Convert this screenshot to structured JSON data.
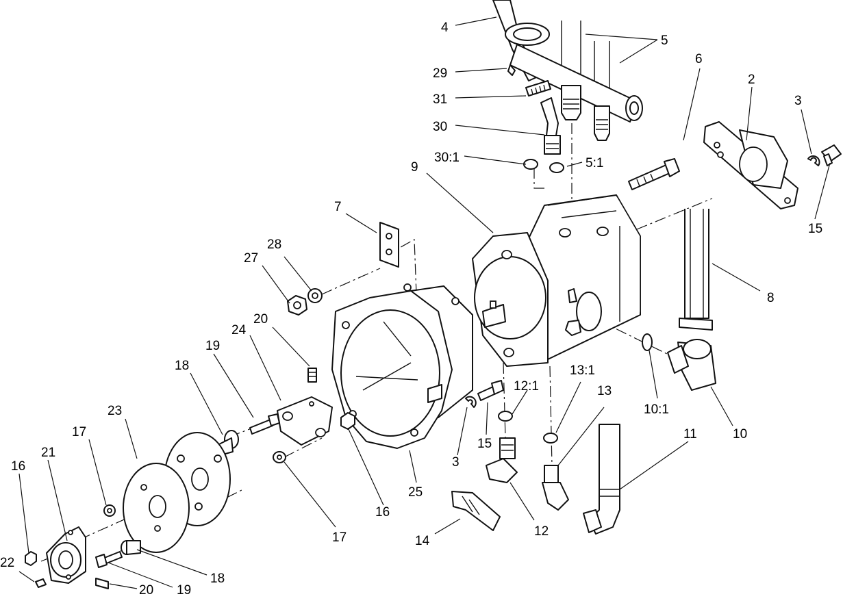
{
  "labels": {
    "l4": "4",
    "l5": "5",
    "l29": "29",
    "l31": "31",
    "l30": "30",
    "l30_1": "30:1",
    "l5_1": "5:1",
    "l9": "9",
    "l6": "6",
    "l2": "2",
    "l3a": "3",
    "l15a": "15",
    "l7": "7",
    "l28": "28",
    "l27": "27",
    "l8": "8",
    "l20a": "20",
    "l24": "24",
    "l19a": "19",
    "l18a": "18",
    "l12_1": "12:1",
    "l13_1": "13:1",
    "l13": "13",
    "l10_1": "10:1",
    "l10": "10",
    "l11": "11",
    "l23": "23",
    "l17a": "17",
    "l16a": "16",
    "l21": "21",
    "l15b": "15",
    "l3b": "3",
    "l25": "25",
    "l16b": "16",
    "l17b": "17",
    "l12": "12",
    "l14": "14",
    "l18b": "18",
    "l22": "22",
    "l19b": "19",
    "l20b": "20"
  }
}
